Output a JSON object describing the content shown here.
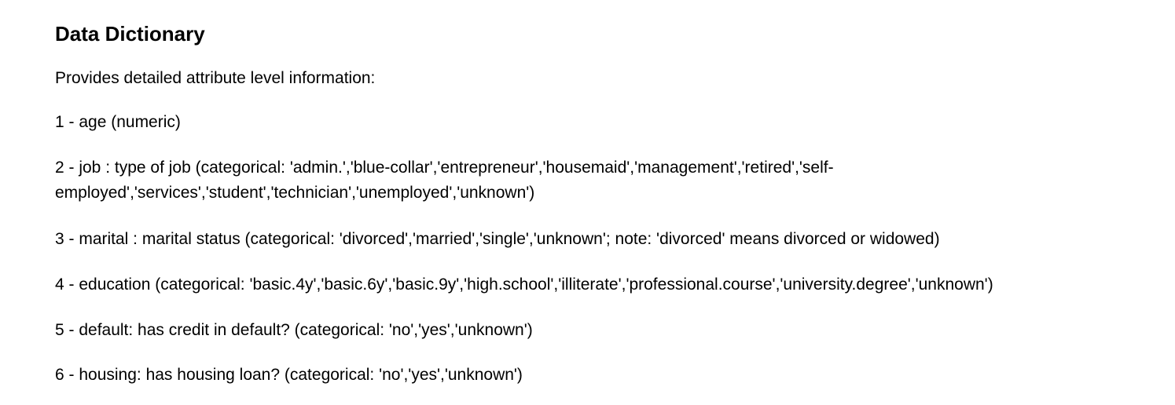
{
  "document": {
    "title": "Data Dictionary",
    "intro": "Provides detailed attribute level information:",
    "items": [
      "1 - age (numeric)",
      "2 - job : type of job (categorical: 'admin.','blue-collar','entrepreneur','housemaid','management','retired','self-employed','services','student','technician','unemployed','unknown')",
      "3 - marital : marital status (categorical: 'divorced','married','single','unknown'; note: 'divorced' means divorced or widowed)",
      "4 - education (categorical: 'basic.4y','basic.6y','basic.9y','high.school','illiterate','professional.course','university.degree','unknown')",
      "5 - default: has credit in default? (categorical: 'no','yes','unknown')",
      "6 - housing: has housing loan? (categorical: 'no','yes','unknown')"
    ]
  }
}
